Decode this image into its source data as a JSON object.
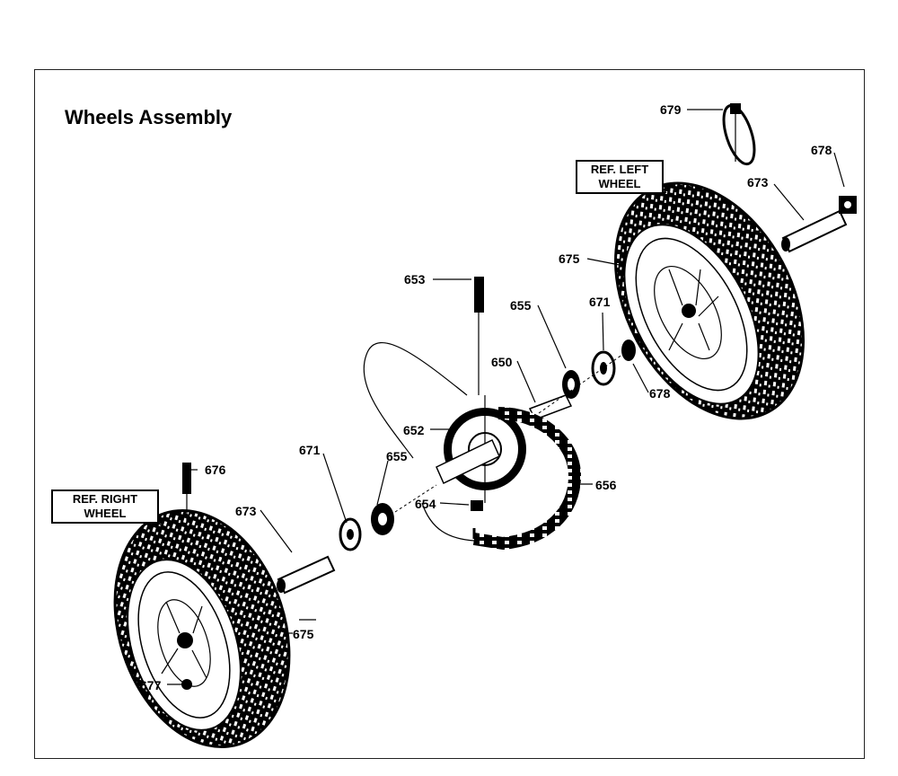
{
  "title": "Wheels Assembly",
  "ref_left": [
    "REF. LEFT",
    "WHEEL"
  ],
  "ref_right": [
    "REF. RIGHT",
    "WHEEL"
  ],
  "parts": {
    "p679": "679",
    "p678_top": "678",
    "p673_top": "673",
    "p675_top": "675",
    "p653": "653",
    "p655_top": "655",
    "p671_top": "671",
    "p650": "650",
    "p678_mid": "678",
    "p652": "652",
    "p654": "654",
    "p656": "656",
    "p671_left": "671",
    "p655_left": "655",
    "p676": "676",
    "p673_left": "673",
    "p675_bottom": "675",
    "p677": "677"
  }
}
